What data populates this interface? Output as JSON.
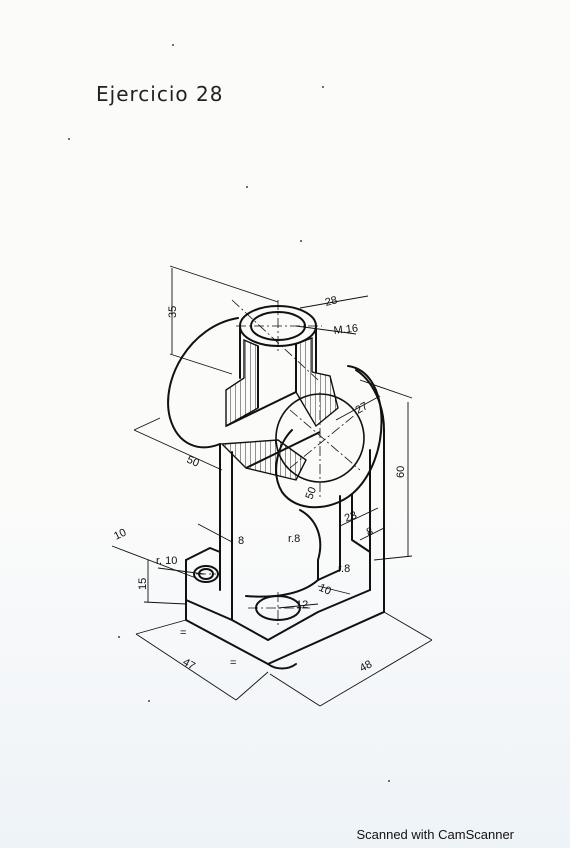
{
  "title": "Ejercicio 28",
  "dimensions": {
    "d35": "35",
    "d28": "28",
    "m16": "M.16",
    "r27": "27",
    "d50a": "50",
    "d60": "60",
    "d50b": "50",
    "d23": "23",
    "d8a": "8",
    "d8b": "8",
    "r8a": "r.8",
    "r8b": "r.8",
    "d10a": "10",
    "r10": "r. 10",
    "d15": "15",
    "d10b": "10",
    "d12": "12",
    "eqa": "=",
    "eqb": "=",
    "d47": "47",
    "d48": "48"
  },
  "footer": "Scanned with CamScanner"
}
